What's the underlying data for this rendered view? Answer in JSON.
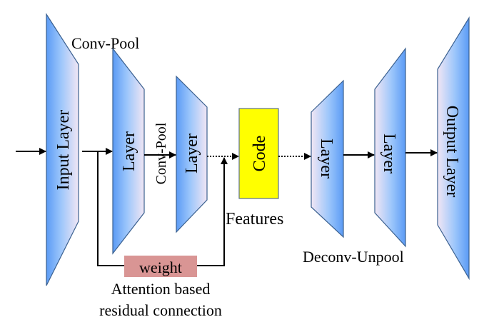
{
  "diagram": {
    "colors": {
      "layer_dark": "#5b9bf5",
      "layer_light": "#efe6f5",
      "layer_stroke": "#3a6090",
      "code_fill": "#ffff00",
      "code_stroke": "#5a7090",
      "weight_fill": "#d99594",
      "line": "#000000"
    },
    "encoder": {
      "input_layer": "Input Layer",
      "layer_1": "Layer",
      "layer_2": "Layer",
      "conv_pool_top": "Conv-Pool",
      "conv_pool_mid": "Conv-Pool"
    },
    "code": {
      "label": "Code",
      "features": "Features"
    },
    "decoder": {
      "layer_1": "Layer",
      "layer_2": "Layer",
      "output_layer": "Output Layer",
      "deconv_unpool": "Deconv-Unpool"
    },
    "residual": {
      "weight": "weight",
      "caption_line1": "Attention based",
      "caption_line2": "residual connection"
    }
  }
}
